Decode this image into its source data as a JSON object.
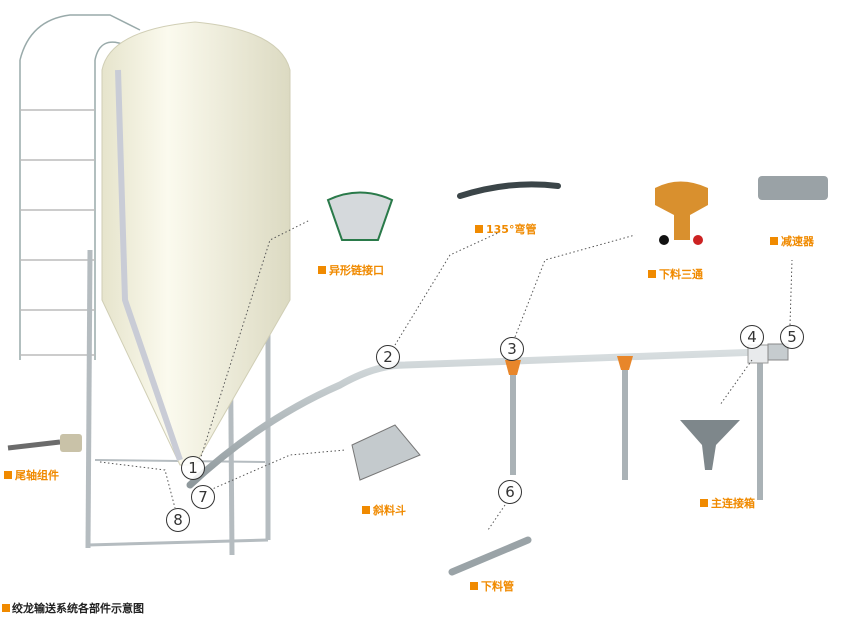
{
  "caption": "绞龙输送系统各部件示意图",
  "colors": {
    "accent": "#f08a00",
    "silo": "#f4f2df",
    "pipe": "#a9b2b6",
    "tee": "#e8862a"
  },
  "parts": [
    {
      "number": "1",
      "label": "异形链接口"
    },
    {
      "number": "2",
      "label": "135°弯管"
    },
    {
      "number": "3",
      "label": "下料三通"
    },
    {
      "number": "4",
      "label": "主连接箱"
    },
    {
      "number": "5",
      "label": "减速器"
    },
    {
      "number": "6",
      "label": "下料管"
    },
    {
      "number": "7",
      "label": "斜料斗"
    },
    {
      "number": "8",
      "label": "尾轴组件"
    }
  ]
}
